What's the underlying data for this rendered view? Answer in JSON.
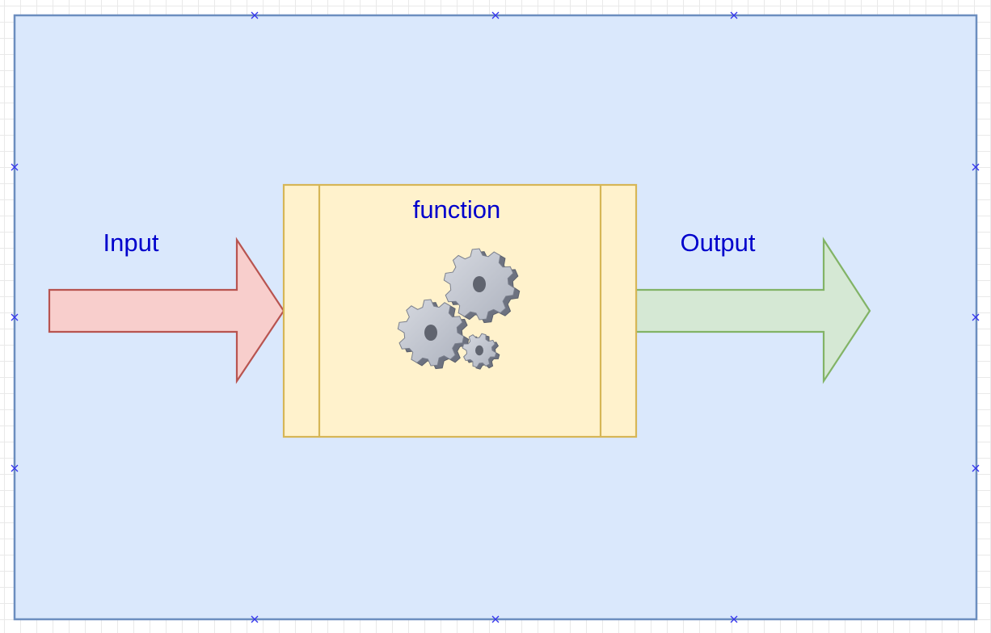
{
  "canvas": {
    "grid": true,
    "grid_color": "#e9e9e9"
  },
  "container": {
    "fill": "#dae8fc",
    "stroke": "#6c8ebf",
    "selected": true,
    "handle_icon": "x-handle-icon",
    "handle_color": "#3333ee"
  },
  "function_block": {
    "label": "function",
    "fill": "#fff2cc",
    "stroke": "#d6b656",
    "icon": "gears-icon"
  },
  "input_arrow": {
    "label": "Input",
    "fill": "#f8cecc",
    "stroke": "#b85450"
  },
  "output_arrow": {
    "label": "Output",
    "fill": "#d5e8d4",
    "stroke": "#82b366"
  },
  "label_color": "#0000cc"
}
